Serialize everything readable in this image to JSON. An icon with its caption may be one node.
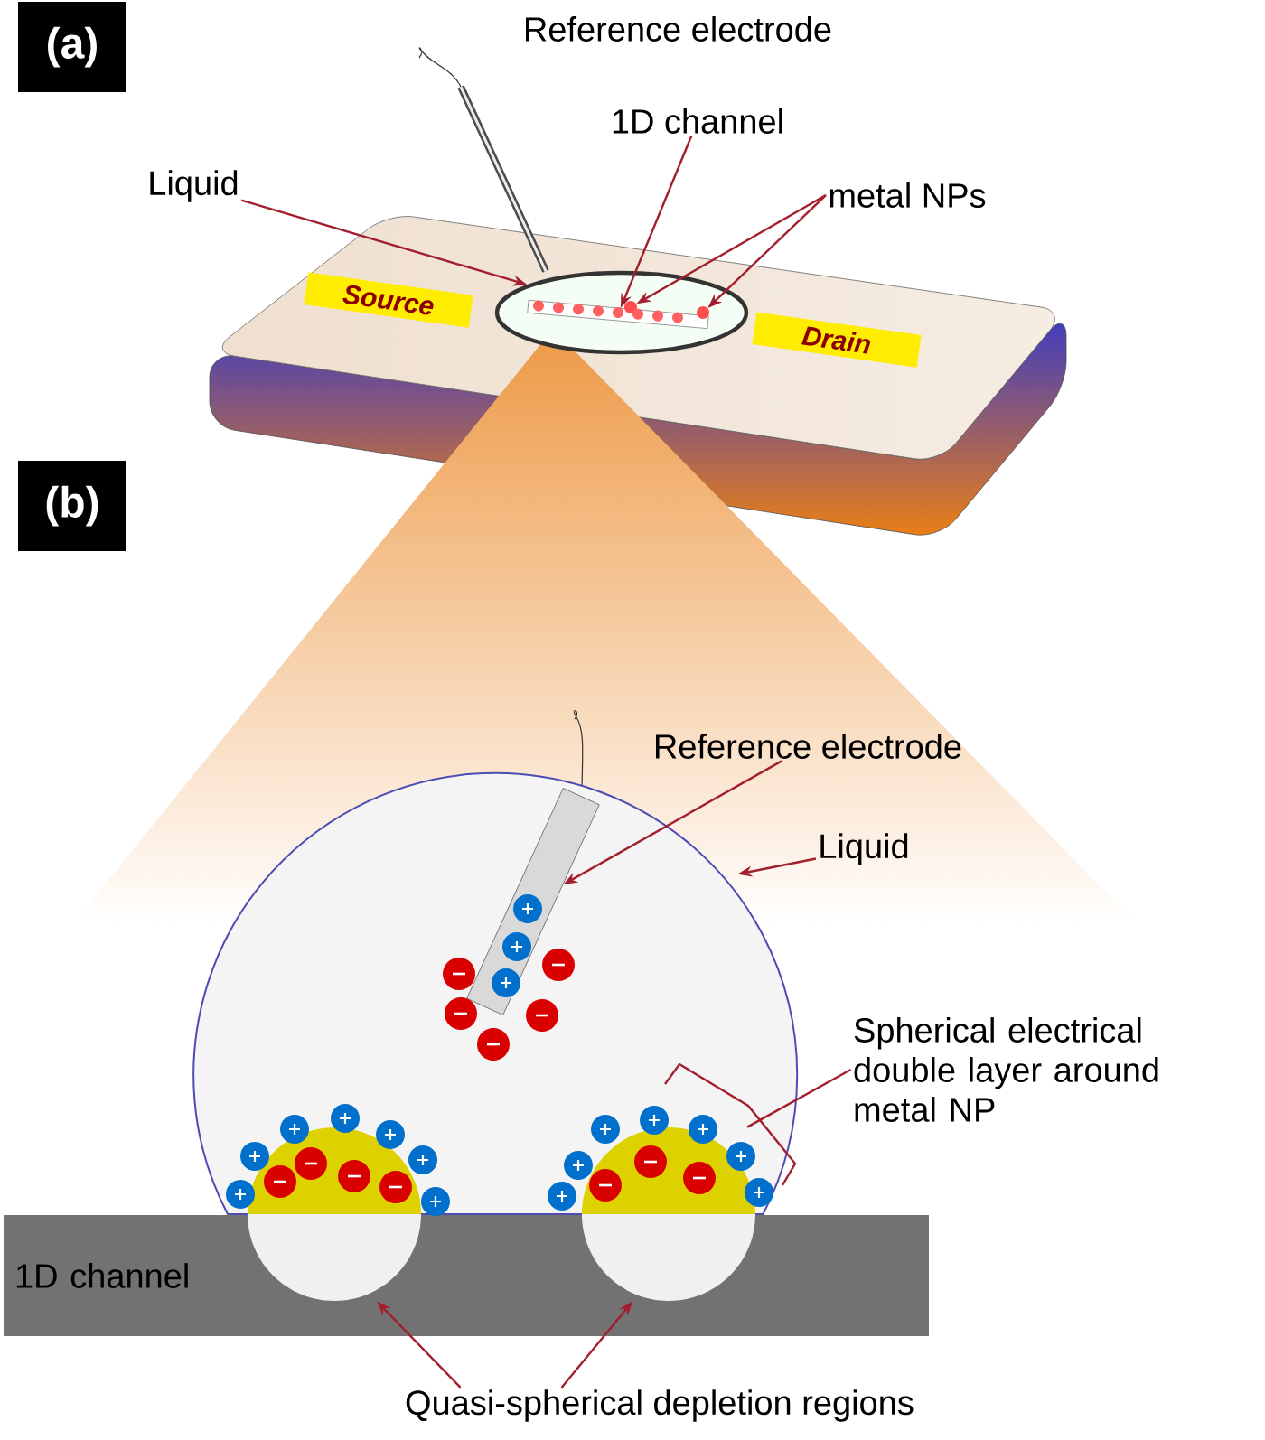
{
  "diagram": {
    "nodes": [
      {
        "text": [
          "(a)"
        ]
      },
      {
        "text": [
          "Liquid"
        ]
      },
      {
        "text": [
          "1D channel"
        ]
      },
      {
        "text": [
          "metal NPs"
        ]
      },
      {
        "text": [],
        "shape": "circle"
      },
      {
        "text": [],
        "shape": "bar",
        "in": 4
      },
      {
        "text": [],
        "shape": "circle",
        "in": 4
      },
      {
        "text": [],
        "shape": "circle",
        "in": 4
      },
      {
        "text": [
          "Source"
        ]
      },
      {
        "text": [
          "Drain"
        ]
      },
      {
        "text": [
          "(b)"
        ]
      },
      {
        "text": [
          "Reference electrode"
        ]
      },
      {
        "text": [
          "Liquid"
        ]
      },
      {
        "text": [],
        "shape": "bar",
        "in": 14
      },
      {
        "text": [],
        "shape": "circle"
      },
      {
        "text": [
          "Spherical electrical double layer around metal NP"
        ]
      },
      {
        "text": [
          "1D channel"
        ]
      },
      {
        "text": [],
        "shape": "circle",
        "in": 16
      },
      {
        "text": [],
        "shape": "circle",
        "in": 16
      },
      {
        "text": [
          "Quasi-spherical depletion regions"
        ]
      },
      {
        "text": [],
        "shape": "circle",
        "in": 14
      },
      {
        "text": [],
        "shape": "circle",
        "in": 14
      }
    ],
    "edges": [
      {
        "from": 1,
        "to": 4,
        "arrow": "to"
      },
      {
        "from": 2,
        "to": 5,
        "arrow": "to"
      },
      {
        "from": 3,
        "to": 6,
        "arrow": "to"
      },
      {
        "from": 3,
        "to": 7,
        "arrow": "to"
      },
      {
        "from": 11,
        "to": 13,
        "arrow": "to"
      },
      {
        "from": 12,
        "to": 14,
        "arrow": "to"
      },
      {
        "from": 15,
        "to": 21,
        "arrow": "none"
      },
      {
        "from": 19,
        "to": 17,
        "arrow": "to"
      },
      {
        "from": 19,
        "to": 18,
        "arrow": "to"
      }
    ],
    "labels": [
      "Reference electrode"
    ]
  }
}
